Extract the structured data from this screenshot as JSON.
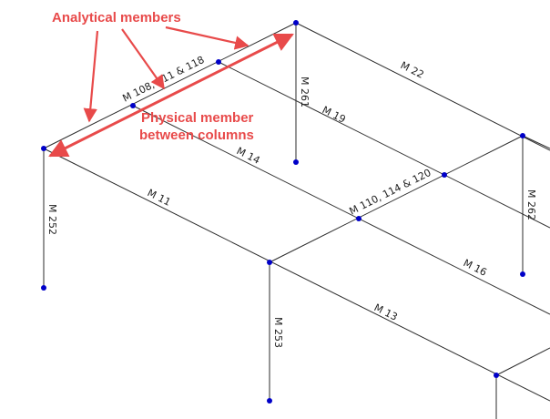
{
  "annotations": {
    "analytical_members": "Analytical members",
    "physical_line1": "Physical member",
    "physical_line2": "between columns"
  },
  "member_labels": {
    "m108": "M 108, 111 & 118",
    "m110": "M 110, 114 & 120",
    "m22": "M 22",
    "m19": "M 19",
    "m14": "M 14",
    "m11": "M 11",
    "m16": "M 16",
    "m13": "M 13",
    "m261": "M 261",
    "m252": "M 252",
    "m253": "M 253",
    "m262": "M 262"
  },
  "colors": {
    "annotation": "#e84a4a",
    "node": "#0000c8",
    "beam": "#2b2b2b"
  }
}
